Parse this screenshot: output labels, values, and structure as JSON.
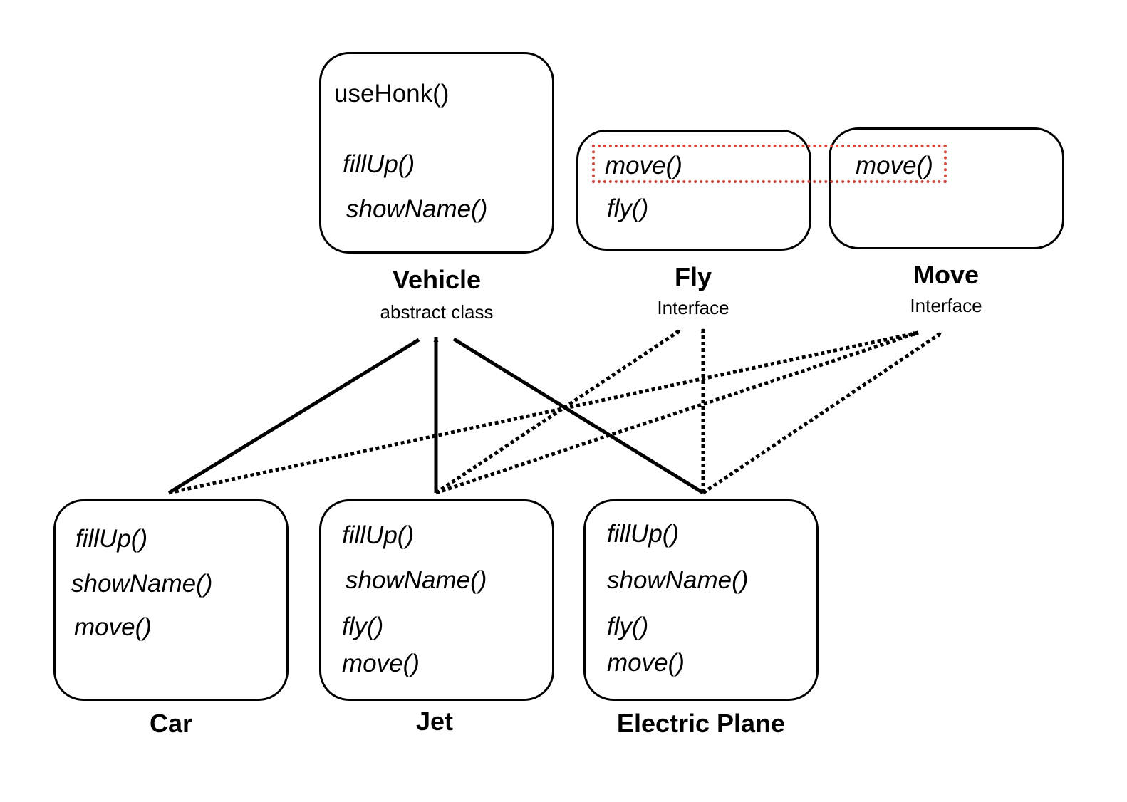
{
  "vehicle": {
    "methods": [
      "useHonk()",
      "fillUp()",
      "showName()"
    ],
    "name": "Vehicle",
    "kind": "abstract class"
  },
  "fly": {
    "methods": [
      "move()",
      "fly()"
    ],
    "name": "Fly",
    "kind": "Interface"
  },
  "move": {
    "methods": [
      "move()"
    ],
    "name": "Move",
    "kind": "Interface"
  },
  "car": {
    "methods": [
      "fillUp()",
      "showName()",
      "move()"
    ],
    "name": "Car"
  },
  "jet": {
    "methods": [
      "fillUp()",
      "showName()",
      "fly()",
      "move()"
    ],
    "name": "Jet"
  },
  "electric_plane": {
    "methods": [
      "fillUp()",
      "showName()",
      "fly()",
      "move()"
    ],
    "name": "Electric Plane"
  },
  "colors": {
    "line": "#000000",
    "highlight": "#d9463a"
  },
  "relations": [
    {
      "from": "Car",
      "to": "Vehicle",
      "style": "solid"
    },
    {
      "from": "Jet",
      "to": "Vehicle",
      "style": "solid"
    },
    {
      "from": "Electric Plane",
      "to": "Vehicle",
      "style": "solid"
    },
    {
      "from": "Car",
      "to": "Move",
      "style": "dotted"
    },
    {
      "from": "Jet",
      "to": "Fly",
      "style": "dotted"
    },
    {
      "from": "Jet",
      "to": "Move",
      "style": "dotted"
    },
    {
      "from": "Electric Plane",
      "to": "Fly",
      "style": "dotted"
    },
    {
      "from": "Electric Plane",
      "to": "Move",
      "style": "dotted"
    }
  ]
}
